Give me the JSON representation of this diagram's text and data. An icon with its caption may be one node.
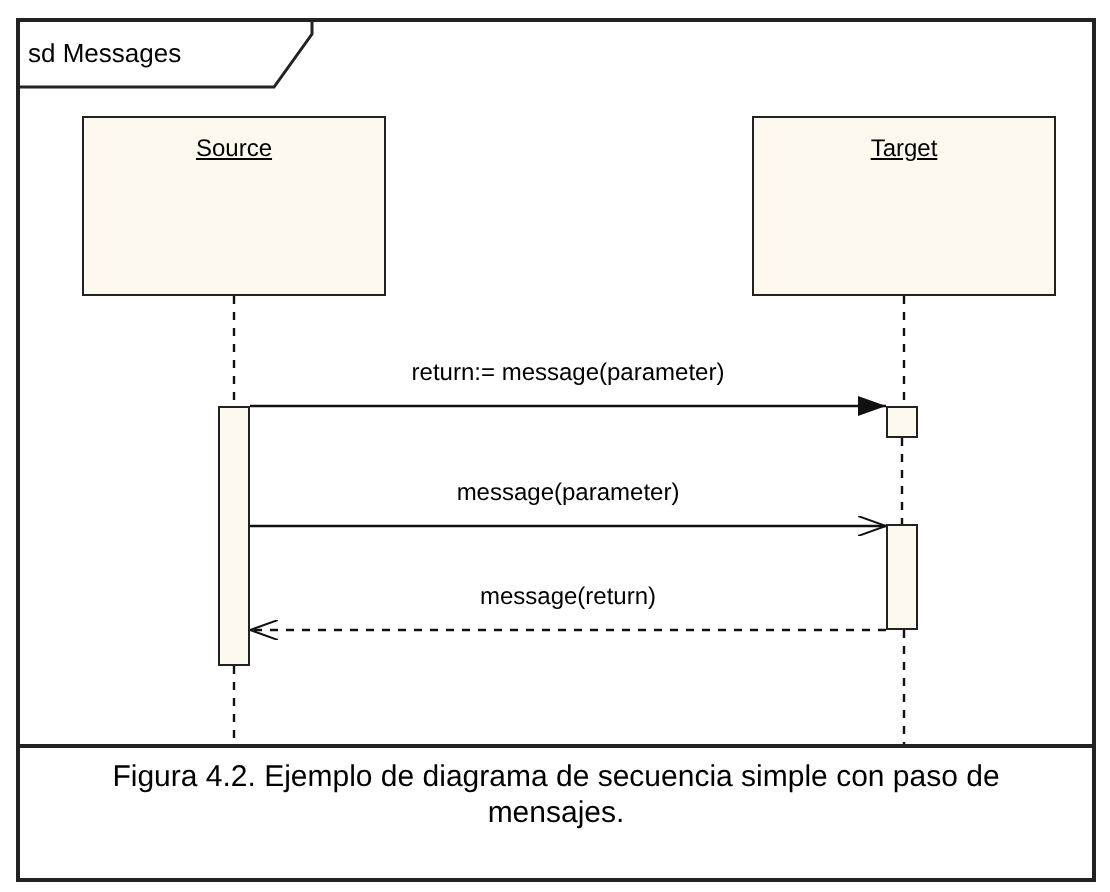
{
  "diagram": {
    "caption": "Figura 4.2. Ejemplo de diagrama de secuencia simple con paso de mensajes.",
    "nodes": [
      {
        "text": [
          "sd Messages"
        ]
      },
      {
        "text": [
          "Source"
        ],
        "in": 0
      },
      {
        "text": [
          "Target"
        ],
        "in": 0
      },
      {
        "text": [],
        "shape": "bar",
        "in": 0
      },
      {
        "text": [],
        "shape": "bar",
        "in": 0
      },
      {
        "text": [],
        "shape": "bar",
        "in": 0
      }
    ],
    "edges": [
      {
        "from": 1,
        "to": 3,
        "arrow": "none",
        "style": "dashed"
      },
      {
        "from": 2,
        "to": 4,
        "arrow": "none",
        "style": "dashed"
      },
      {
        "from": 4,
        "to": 5,
        "arrow": "none",
        "style": "dashed"
      },
      {
        "from": 3,
        "to": 4,
        "arrow": "to",
        "label": "return:= message(parameter)"
      },
      {
        "from": 3,
        "to": 5,
        "arrow": "to",
        "label": "message(parameter)"
      },
      {
        "from": 5,
        "to": 3,
        "arrow": "to",
        "label": "message(return)",
        "style": "dashed"
      }
    ]
  }
}
